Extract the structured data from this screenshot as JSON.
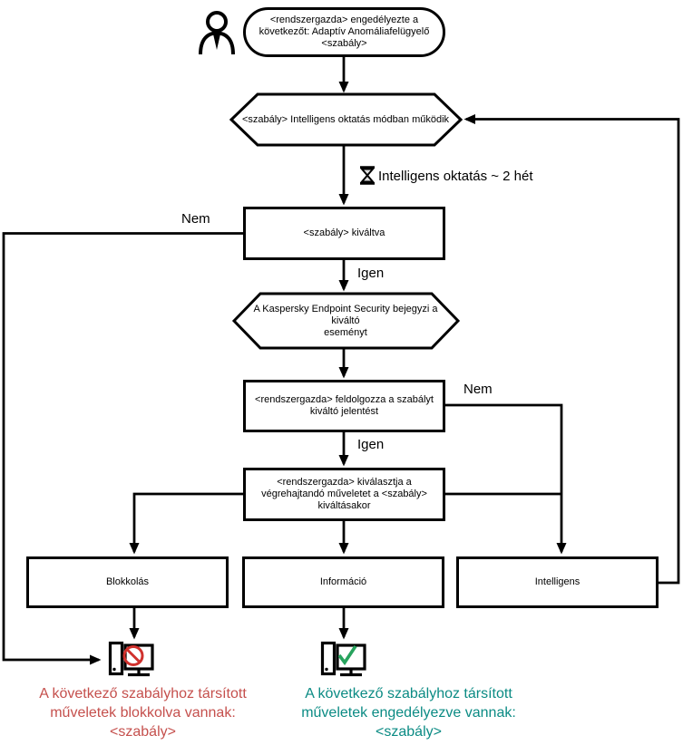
{
  "diagram": {
    "actor_icon": "person-icon",
    "nodes": {
      "admin_enabled": {
        "type": "stadium",
        "lines": [
          "<rendszergazda> engedélyezte a",
          "következőt: Adaptív Anomáliafelügyelő",
          "<szabály>"
        ]
      },
      "training_mode": {
        "type": "hexagon",
        "label": "<szabály> Intelligens oktatás módban működik"
      },
      "rule_triggered": {
        "type": "rect",
        "label": "<szabály> kiváltva"
      },
      "event_logged": {
        "type": "hexagon",
        "lines": [
          "A Kaspersky Endpoint Security bejegyzi a kiváltó",
          "eseményt"
        ]
      },
      "report_processed": {
        "type": "rect",
        "lines": [
          "<rendszergazda> feldolgozza a szabályt",
          "kiváltó jelentést"
        ]
      },
      "action_selected": {
        "type": "rect",
        "lines": [
          "<rendszergazda> kiválasztja a",
          "végrehajtandó műveletet a <szabály>",
          "kiváltásakor"
        ]
      },
      "action_block": {
        "type": "rect",
        "label": "Blokkolás"
      },
      "action_inform": {
        "type": "rect",
        "label": "Információ"
      },
      "action_smart": {
        "type": "rect",
        "label": "Intelligens"
      }
    },
    "annotations": {
      "training_duration": {
        "icon": "hourglass-icon",
        "label": "Intelligens oktatás ~ 2 hét"
      }
    },
    "edge_labels": {
      "no_left": "Nem",
      "yes_top": "Igen",
      "no_right": "Nem",
      "yes_bottom": "Igen"
    },
    "results": {
      "blocked": {
        "icon": "computer-blocked-icon",
        "color": "#c5504d",
        "lines": [
          "A következő szabályhoz társított",
          "műveletek blokkolva vannak:",
          "<szabály>"
        ]
      },
      "allowed": {
        "icon": "computer-check-icon",
        "color": "#0b8b84",
        "lines": [
          "A következő szabályhoz társított",
          "műveletek engedélyezve vannak:",
          "<szabály>"
        ]
      }
    },
    "colors": {
      "line": "#000000",
      "background": "#ffffff",
      "prohibition_badge": "#d0312d",
      "check_badge": "#27a35d"
    }
  }
}
